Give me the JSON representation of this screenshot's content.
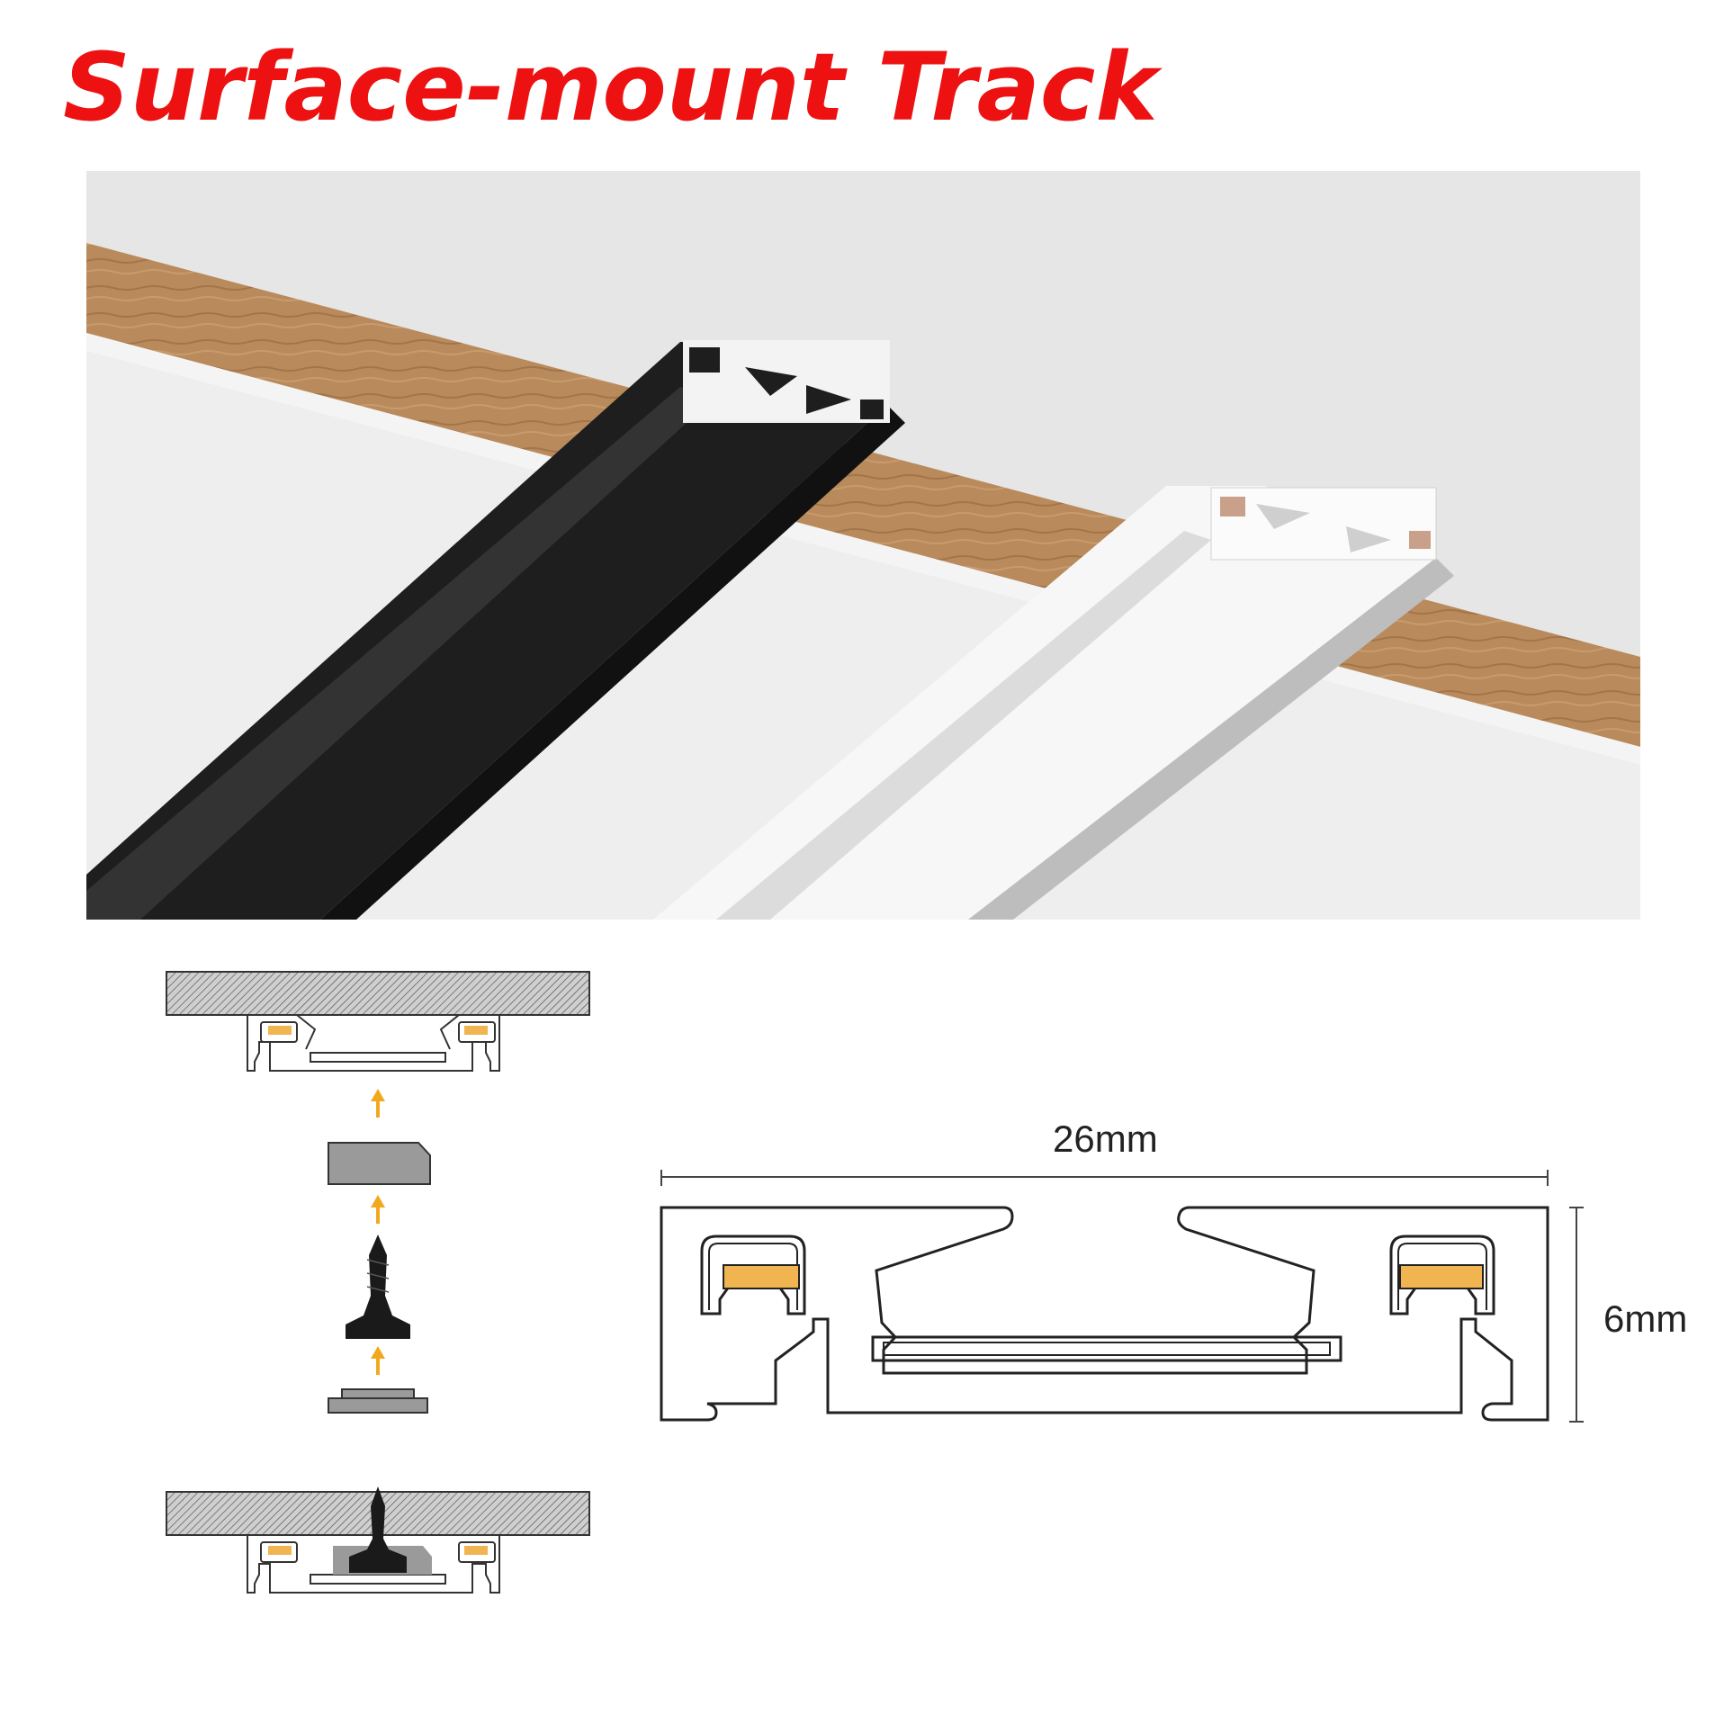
{
  "title": "Surface-mount Track",
  "colors": {
    "title": "#ee1111",
    "track_black": "#1e1e1e",
    "track_white": "#eeeeee",
    "wood": "#b98a5c",
    "ceiling": "#e5e5e5",
    "conductor": "#f0b450",
    "arrow": "#f2a81d",
    "screw": "#1a1a1a",
    "connector_block": "#9a9a9a"
  },
  "icons": [
    "up-arrow-icon",
    "screw-icon",
    "connector-block-icon",
    "base-plate-icon"
  ],
  "profile_dimensions": {
    "width_label": "26mm",
    "height_label": "6mm"
  }
}
